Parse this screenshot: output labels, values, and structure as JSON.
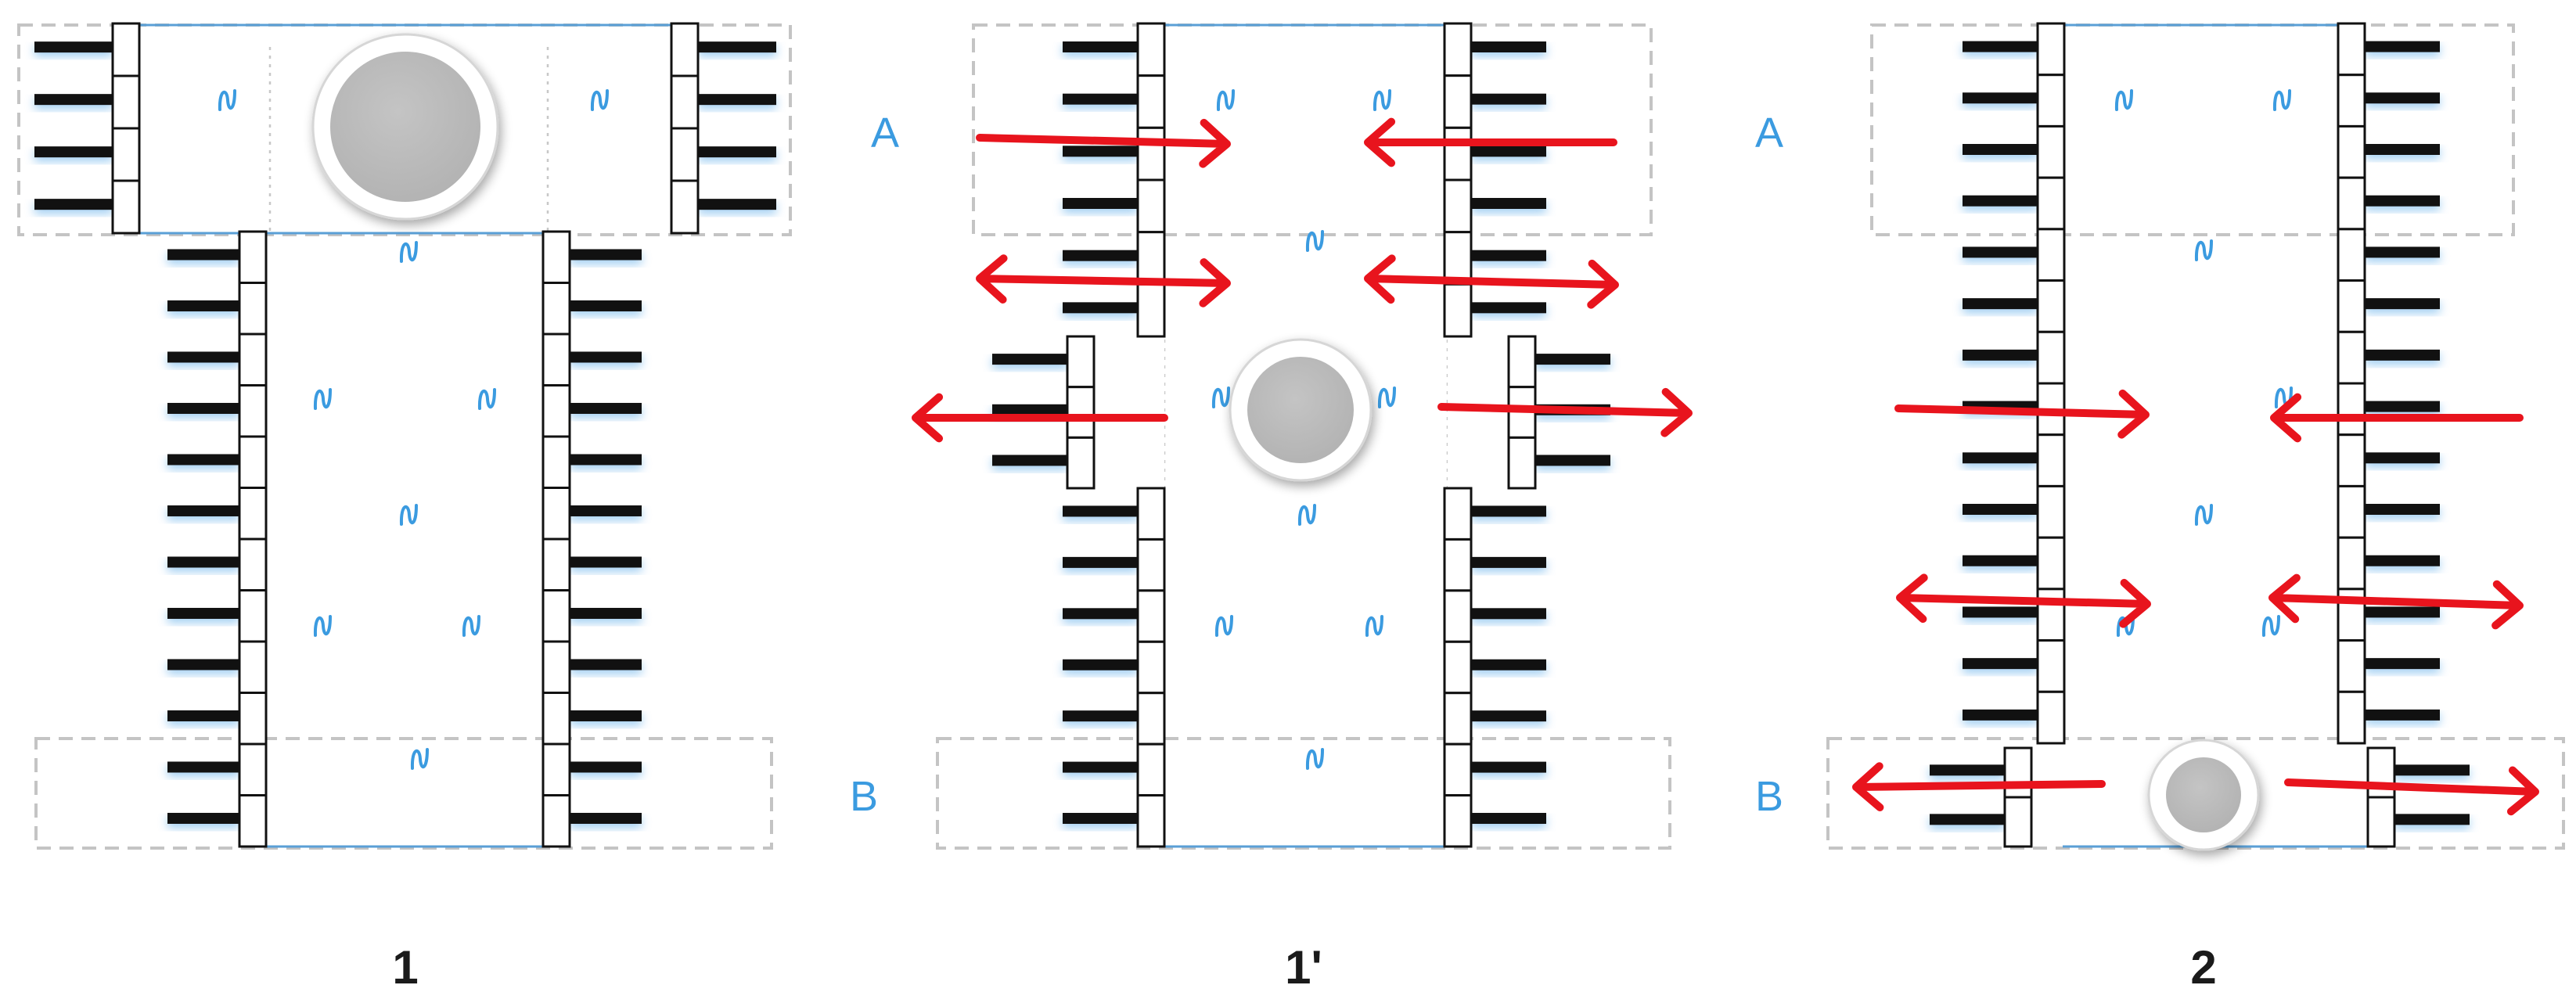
{
  "panels": [
    {
      "label": "1"
    },
    {
      "label": "1'"
    },
    {
      "label": "2"
    }
  ],
  "zones": {
    "top": "A",
    "bottom": "B"
  },
  "colors": {
    "arrow": "#e8141d",
    "zone_label": "#3b9be0",
    "wave": "#3b9be0",
    "comb": "#111111",
    "disk": "#bdbdbd",
    "zone_border": "#c4c4c4"
  },
  "icons": {
    "particle": "grey-disk",
    "flow_marker": "wave-symbol",
    "transport": "double-headed-red-arrow",
    "electrode": "black-comb-teeth"
  }
}
